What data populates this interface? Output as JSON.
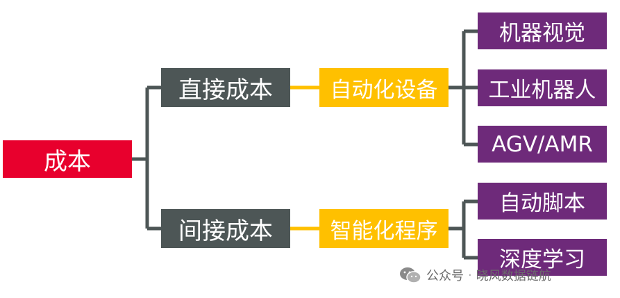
{
  "diagram": {
    "root": {
      "label": "成本"
    },
    "branches": [
      {
        "label": "直接成本",
        "sub": {
          "label": "自动化设备"
        },
        "leaves": [
          {
            "label": "机器视觉"
          },
          {
            "label": "工业机器人"
          },
          {
            "label": "AGV/AMR"
          }
        ]
      },
      {
        "label": "间接成本",
        "sub": {
          "label": "智能化程序"
        },
        "leaves": [
          {
            "label": "自动脚本"
          },
          {
            "label": "深度学习"
          }
        ]
      }
    ]
  },
  "colors": {
    "root": "#e8002d",
    "category": "#4d5656",
    "sub": "#ffc000",
    "leaf": "#6e2a7a",
    "connector": "#4d5656",
    "sub_connector": "#ffc000"
  },
  "watermark": {
    "source": "公众号",
    "separator": "·",
    "account": "晓风数据链航",
    "icon": "wechat-icon"
  }
}
